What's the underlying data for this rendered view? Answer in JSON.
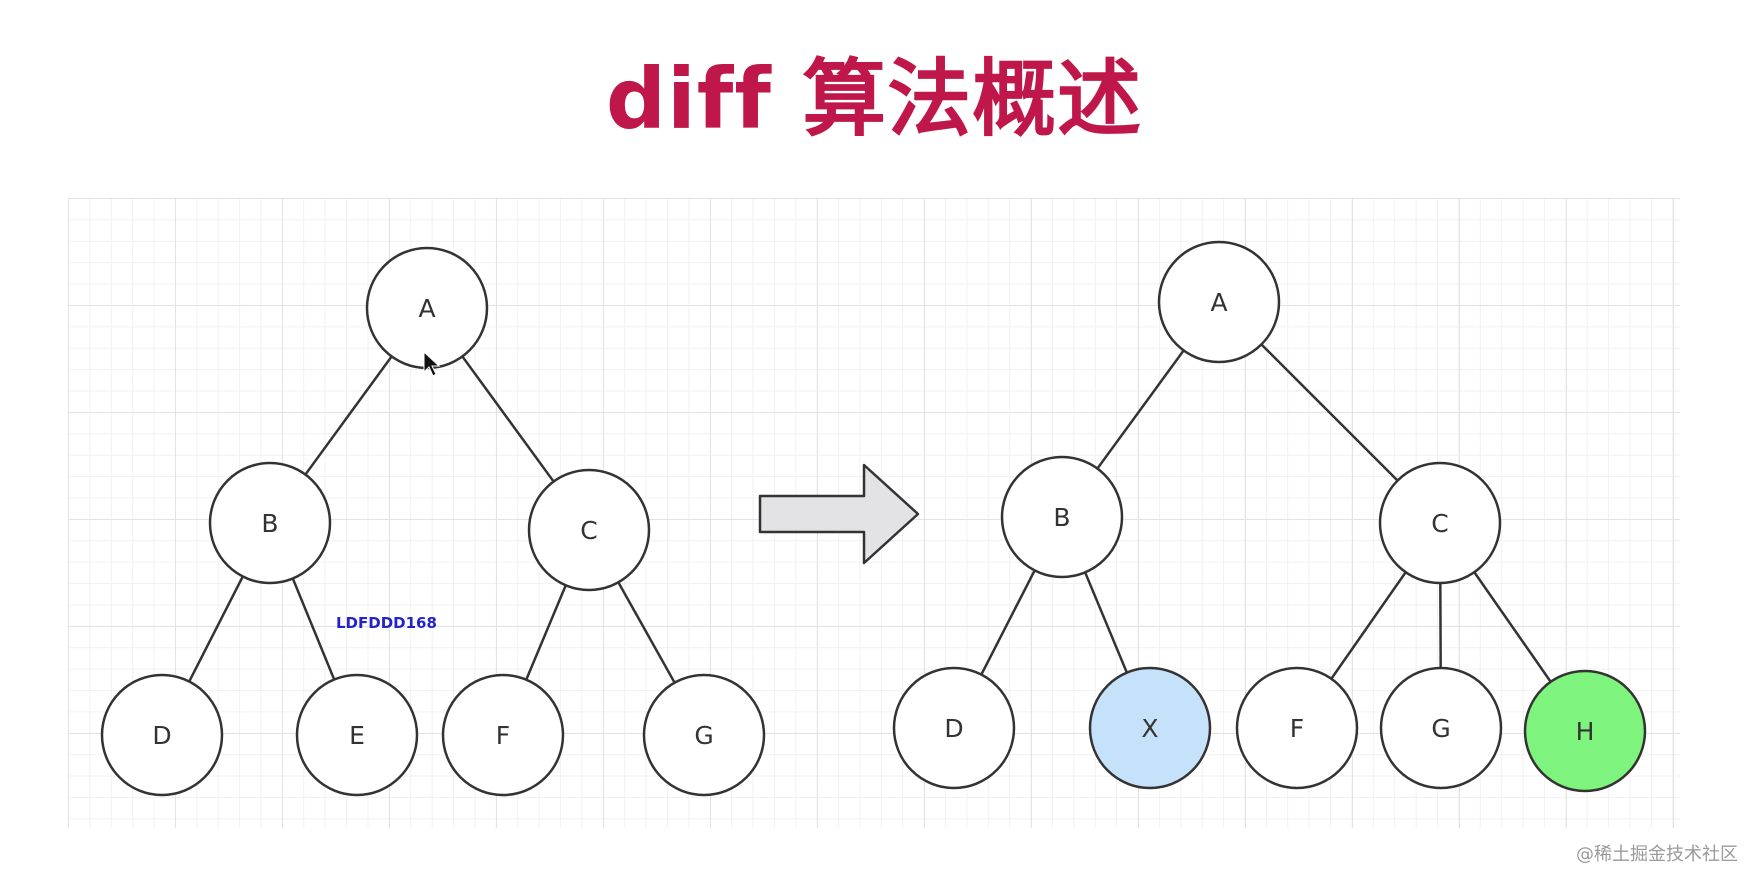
{
  "title": "diff 算法概述",
  "overlay_text": "LDFDDD168",
  "footer_watermark": "@稀土掘金技术社区",
  "colors": {
    "title": "#c0174a",
    "node_fill": "#ffffff",
    "node_stroke": "#333333",
    "edge": "#333333",
    "changed_node_fill": "#c6e2fb",
    "added_node_fill": "#7ef47e",
    "arrow_fill": "#e3e3e6"
  },
  "diagram": {
    "old_tree": {
      "nodes": [
        {
          "id": "A",
          "label": "A"
        },
        {
          "id": "B",
          "label": "B"
        },
        {
          "id": "C",
          "label": "C"
        },
        {
          "id": "D",
          "label": "D"
        },
        {
          "id": "E",
          "label": "E"
        },
        {
          "id": "F",
          "label": "F"
        },
        {
          "id": "G",
          "label": "G"
        }
      ],
      "edges": [
        [
          "A",
          "B"
        ],
        [
          "A",
          "C"
        ],
        [
          "B",
          "D"
        ],
        [
          "B",
          "E"
        ],
        [
          "C",
          "F"
        ],
        [
          "C",
          "G"
        ]
      ]
    },
    "new_tree": {
      "nodes": [
        {
          "id": "A",
          "label": "A"
        },
        {
          "id": "B",
          "label": "B"
        },
        {
          "id": "C",
          "label": "C"
        },
        {
          "id": "D",
          "label": "D"
        },
        {
          "id": "X",
          "label": "X",
          "state": "changed"
        },
        {
          "id": "F",
          "label": "F"
        },
        {
          "id": "G",
          "label": "G"
        },
        {
          "id": "H",
          "label": "H",
          "state": "added"
        }
      ],
      "edges": [
        [
          "A",
          "B"
        ],
        [
          "A",
          "C"
        ],
        [
          "B",
          "D"
        ],
        [
          "B",
          "X"
        ],
        [
          "C",
          "F"
        ],
        [
          "C",
          "G"
        ],
        [
          "C",
          "H"
        ]
      ]
    }
  }
}
